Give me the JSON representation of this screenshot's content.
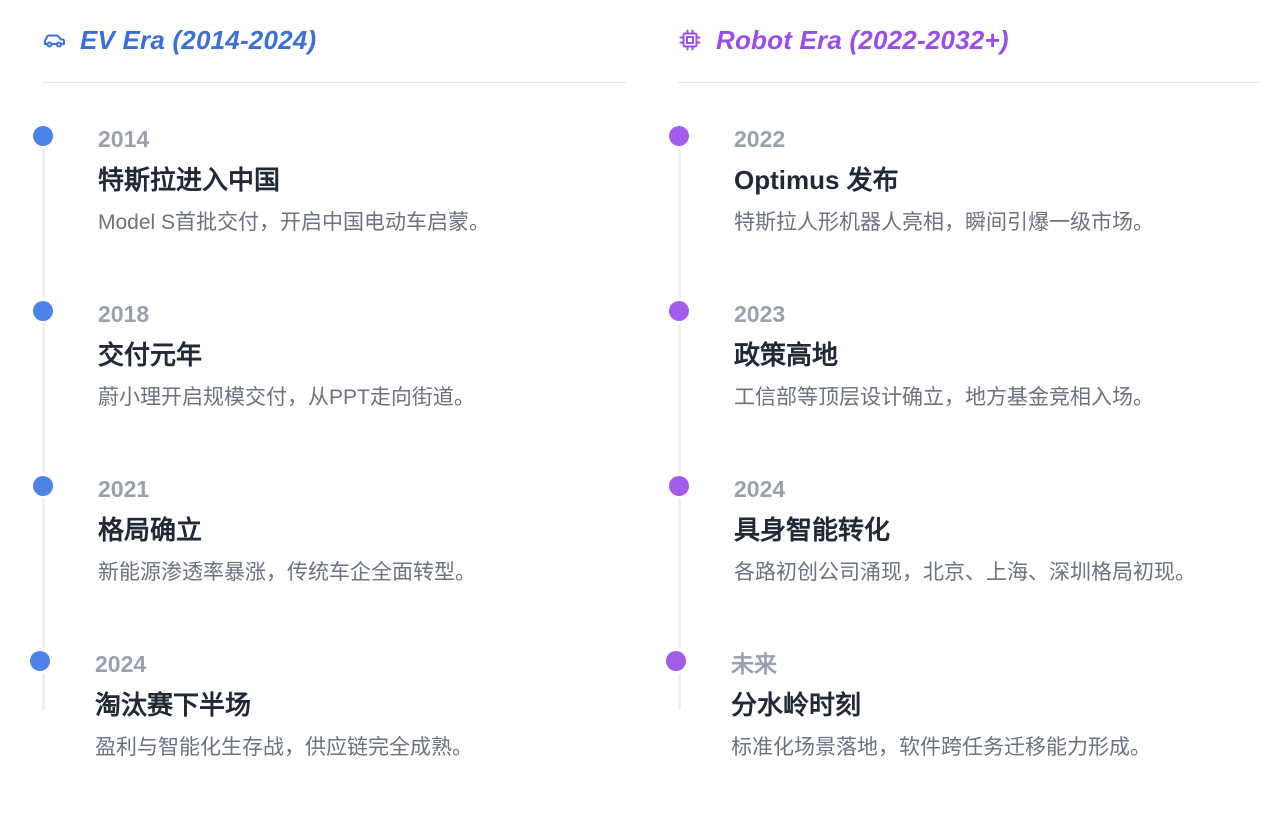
{
  "ev": {
    "title": "EV Era (2014-2024)",
    "items": [
      {
        "year": "2014",
        "title": "特斯拉进入中国",
        "desc": "Model S首批交付，开启中国电动车启蒙。"
      },
      {
        "year": "2018",
        "title": "交付元年",
        "desc": "蔚小理开启规模交付，从PPT走向街道。"
      },
      {
        "year": "2021",
        "title": "格局确立",
        "desc": "新能源渗透率暴涨，传统车企全面转型。"
      },
      {
        "year": "2024",
        "title": "淘汰赛下半场",
        "desc": "盈利与智能化生存战，供应链完全成熟。"
      }
    ]
  },
  "robot": {
    "title": "Robot Era (2022-2032+)",
    "items": [
      {
        "year": "2022",
        "title": "Optimus 发布",
        "desc": "特斯拉人形机器人亮相，瞬间引爆一级市场。"
      },
      {
        "year": "2023",
        "title": "政策高地",
        "desc": "工信部等顶层设计确立，地方基金竞相入场。"
      },
      {
        "year": "2024",
        "title": "具身智能转化",
        "desc": "各路初创公司涌现，北京、上海、深圳格局初现。"
      },
      {
        "year": "未来",
        "title": "分水岭时刻",
        "desc": "标准化场景落地，软件跨任务迁移能力形成。"
      }
    ]
  },
  "colors": {
    "ev_accent": "#3b6fd9",
    "robot_accent": "#9b4de8"
  },
  "icons": {
    "ev": "car-icon",
    "robot": "cpu-chip-icon"
  }
}
